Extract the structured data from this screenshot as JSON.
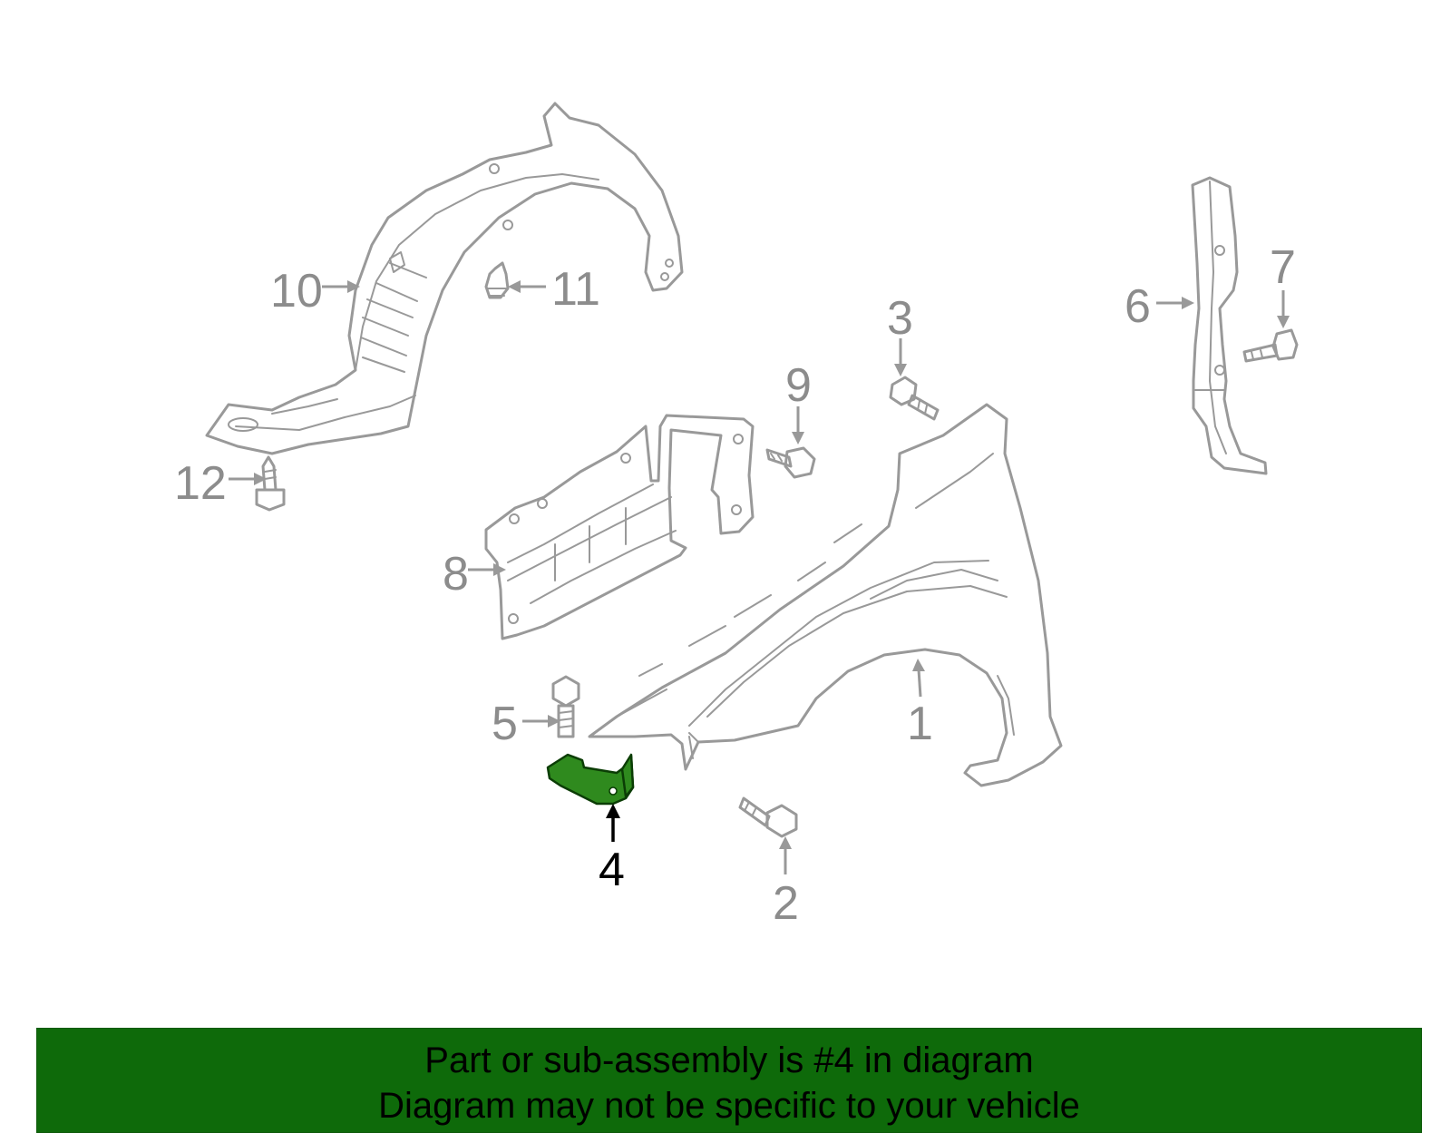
{
  "diagram": {
    "callouts": [
      "1",
      "2",
      "3",
      "4",
      "5",
      "6",
      "7",
      "8",
      "9",
      "10",
      "11",
      "12"
    ],
    "highlighted_callout": "4",
    "colors": {
      "line_art": "#999999",
      "callout_text": "#8c8c8c",
      "highlight_fill": "#2f8a1e",
      "highlight_text": "#000000"
    }
  },
  "banner": {
    "line1": "Part or sub-assembly is #4 in diagram",
    "line2": "Diagram may not be specific to your vehicle",
    "background_color": "#0e6a0a"
  }
}
